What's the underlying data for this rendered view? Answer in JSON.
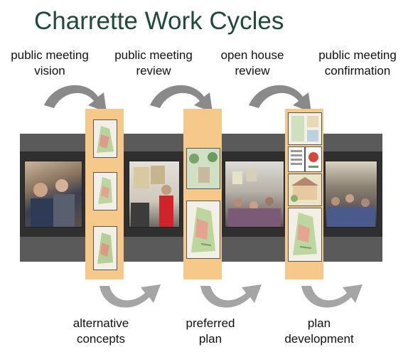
{
  "title": "Charrette Work Cycles",
  "stages": [
    {
      "line1": "public meeting",
      "line2": "vision"
    },
    {
      "line1": "public meeting",
      "line2": "review"
    },
    {
      "line1": "open house",
      "line2": "review"
    },
    {
      "line1": "public meeting",
      "line2": "confirmation"
    }
  ],
  "outputs": [
    {
      "line1": "alternative",
      "line2": "concepts"
    },
    {
      "line1": "preferred",
      "line2": "plan"
    },
    {
      "line1": "plan",
      "line2": "development"
    }
  ],
  "colors": {
    "title": "#1f4a3a",
    "column": "#f6c98a",
    "band_outer": "#5a5a5a",
    "band_inner": "#2f2f2f",
    "arrow": "#8a8a8a"
  },
  "icons": {
    "cycle_arrow": "curved-arrow-icon",
    "meeting_photo": "photo-icon",
    "plan_sketch": "site-plan-icon"
  }
}
